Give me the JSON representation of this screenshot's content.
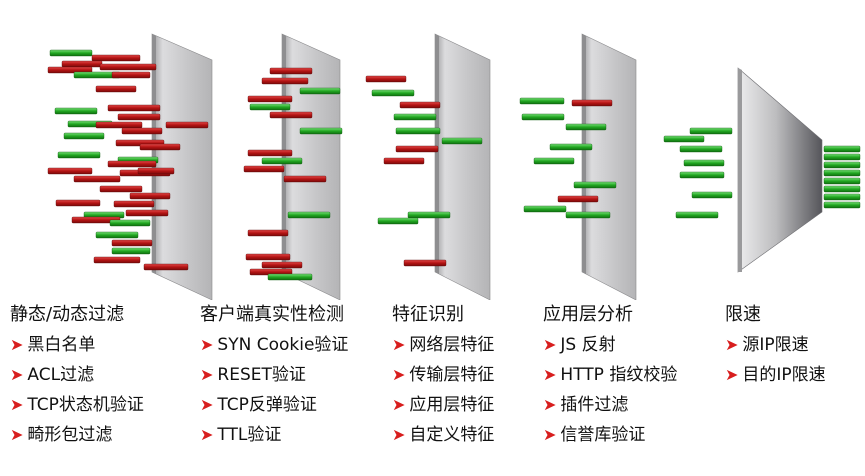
{
  "colors": {
    "red_packet": "#b41414",
    "green_packet": "#22a822",
    "panel": "#c4c4c6",
    "arrow": "#d81e1e"
  },
  "stages": [
    {
      "title": "静态/动态过滤",
      "items": [
        "黑白名单",
        "ACL过滤",
        "TCP状态机验证",
        "畸形包过滤"
      ]
    },
    {
      "title": "客户端真实性检测",
      "items": [
        "SYN Cookie验证",
        "RESET验证",
        "TCP反弹验证",
        "TTL验证"
      ]
    },
    {
      "title": "特征识别",
      "items": [
        "网络层特征",
        "传输层特征",
        "应用层特征",
        "自定义特征"
      ]
    },
    {
      "title": "应用层分析",
      "items": [
        "JS 反射",
        "HTTP 指纹校验",
        "插件过滤",
        "信誉库验证"
      ]
    },
    {
      "title": "限速",
      "items": [
        "源IP限速",
        "目的IP限速"
      ]
    }
  ]
}
